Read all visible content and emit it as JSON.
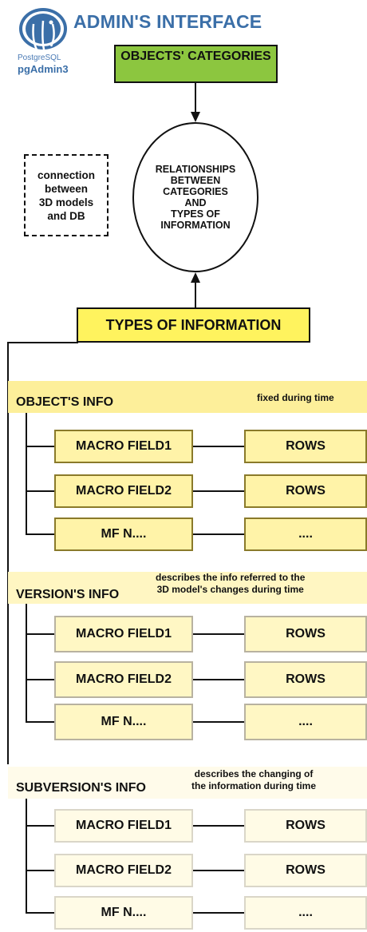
{
  "header": {
    "title": "ADMIN'S INTERFACE",
    "logo_small": "PostgreSQL",
    "logo_big": "pgAdmin3"
  },
  "diagram": {
    "objects_categories": "OBJECTS' CATEGORIES",
    "relationships": [
      "RELATIONSHIPS",
      "BETWEEN",
      "CATEGORIES",
      "AND",
      "TYPES OF",
      "INFORMATION"
    ],
    "connection_note": [
      "connection",
      "between",
      "3D models",
      "and DB"
    ],
    "types_of_information": "TYPES OF INFORMATION",
    "sections": [
      {
        "label": "OBJECT'S INFO",
        "note": [
          "fixed during time"
        ],
        "colors": {
          "band": "#fdef9a",
          "cell": "#fff3a8",
          "border": "#8a7a2a"
        },
        "rows": [
          {
            "field": "MACRO FIELD1",
            "value": "ROWS"
          },
          {
            "field": "MACRO FIELD2",
            "value": "ROWS"
          },
          {
            "field": "MF N....",
            "value": "...."
          }
        ]
      },
      {
        "label": "VERSION'S INFO",
        "note": [
          "describes the info referred to the",
          "3D model's changes during time"
        ],
        "colors": {
          "band": "#fff6c2",
          "cell": "#fff7c4",
          "border": "#b8b2a0"
        },
        "rows": [
          {
            "field": "MACRO FIELD1",
            "value": "ROWS"
          },
          {
            "field": "MACRO FIELD2",
            "value": "ROWS"
          },
          {
            "field": "MF N....",
            "value": "...."
          }
        ]
      },
      {
        "label": "SUBVERSION'S INFO",
        "note": [
          "describes the changing of",
          "the information during time"
        ],
        "colors": {
          "band": "#fffbea",
          "cell": "#fffbe6",
          "border": "#dad6c8"
        },
        "rows": [
          {
            "field": "MACRO FIELD1",
            "value": "ROWS"
          },
          {
            "field": "MACRO FIELD2",
            "value": "ROWS"
          },
          {
            "field": "MF N....",
            "value": "...."
          }
        ]
      }
    ]
  }
}
